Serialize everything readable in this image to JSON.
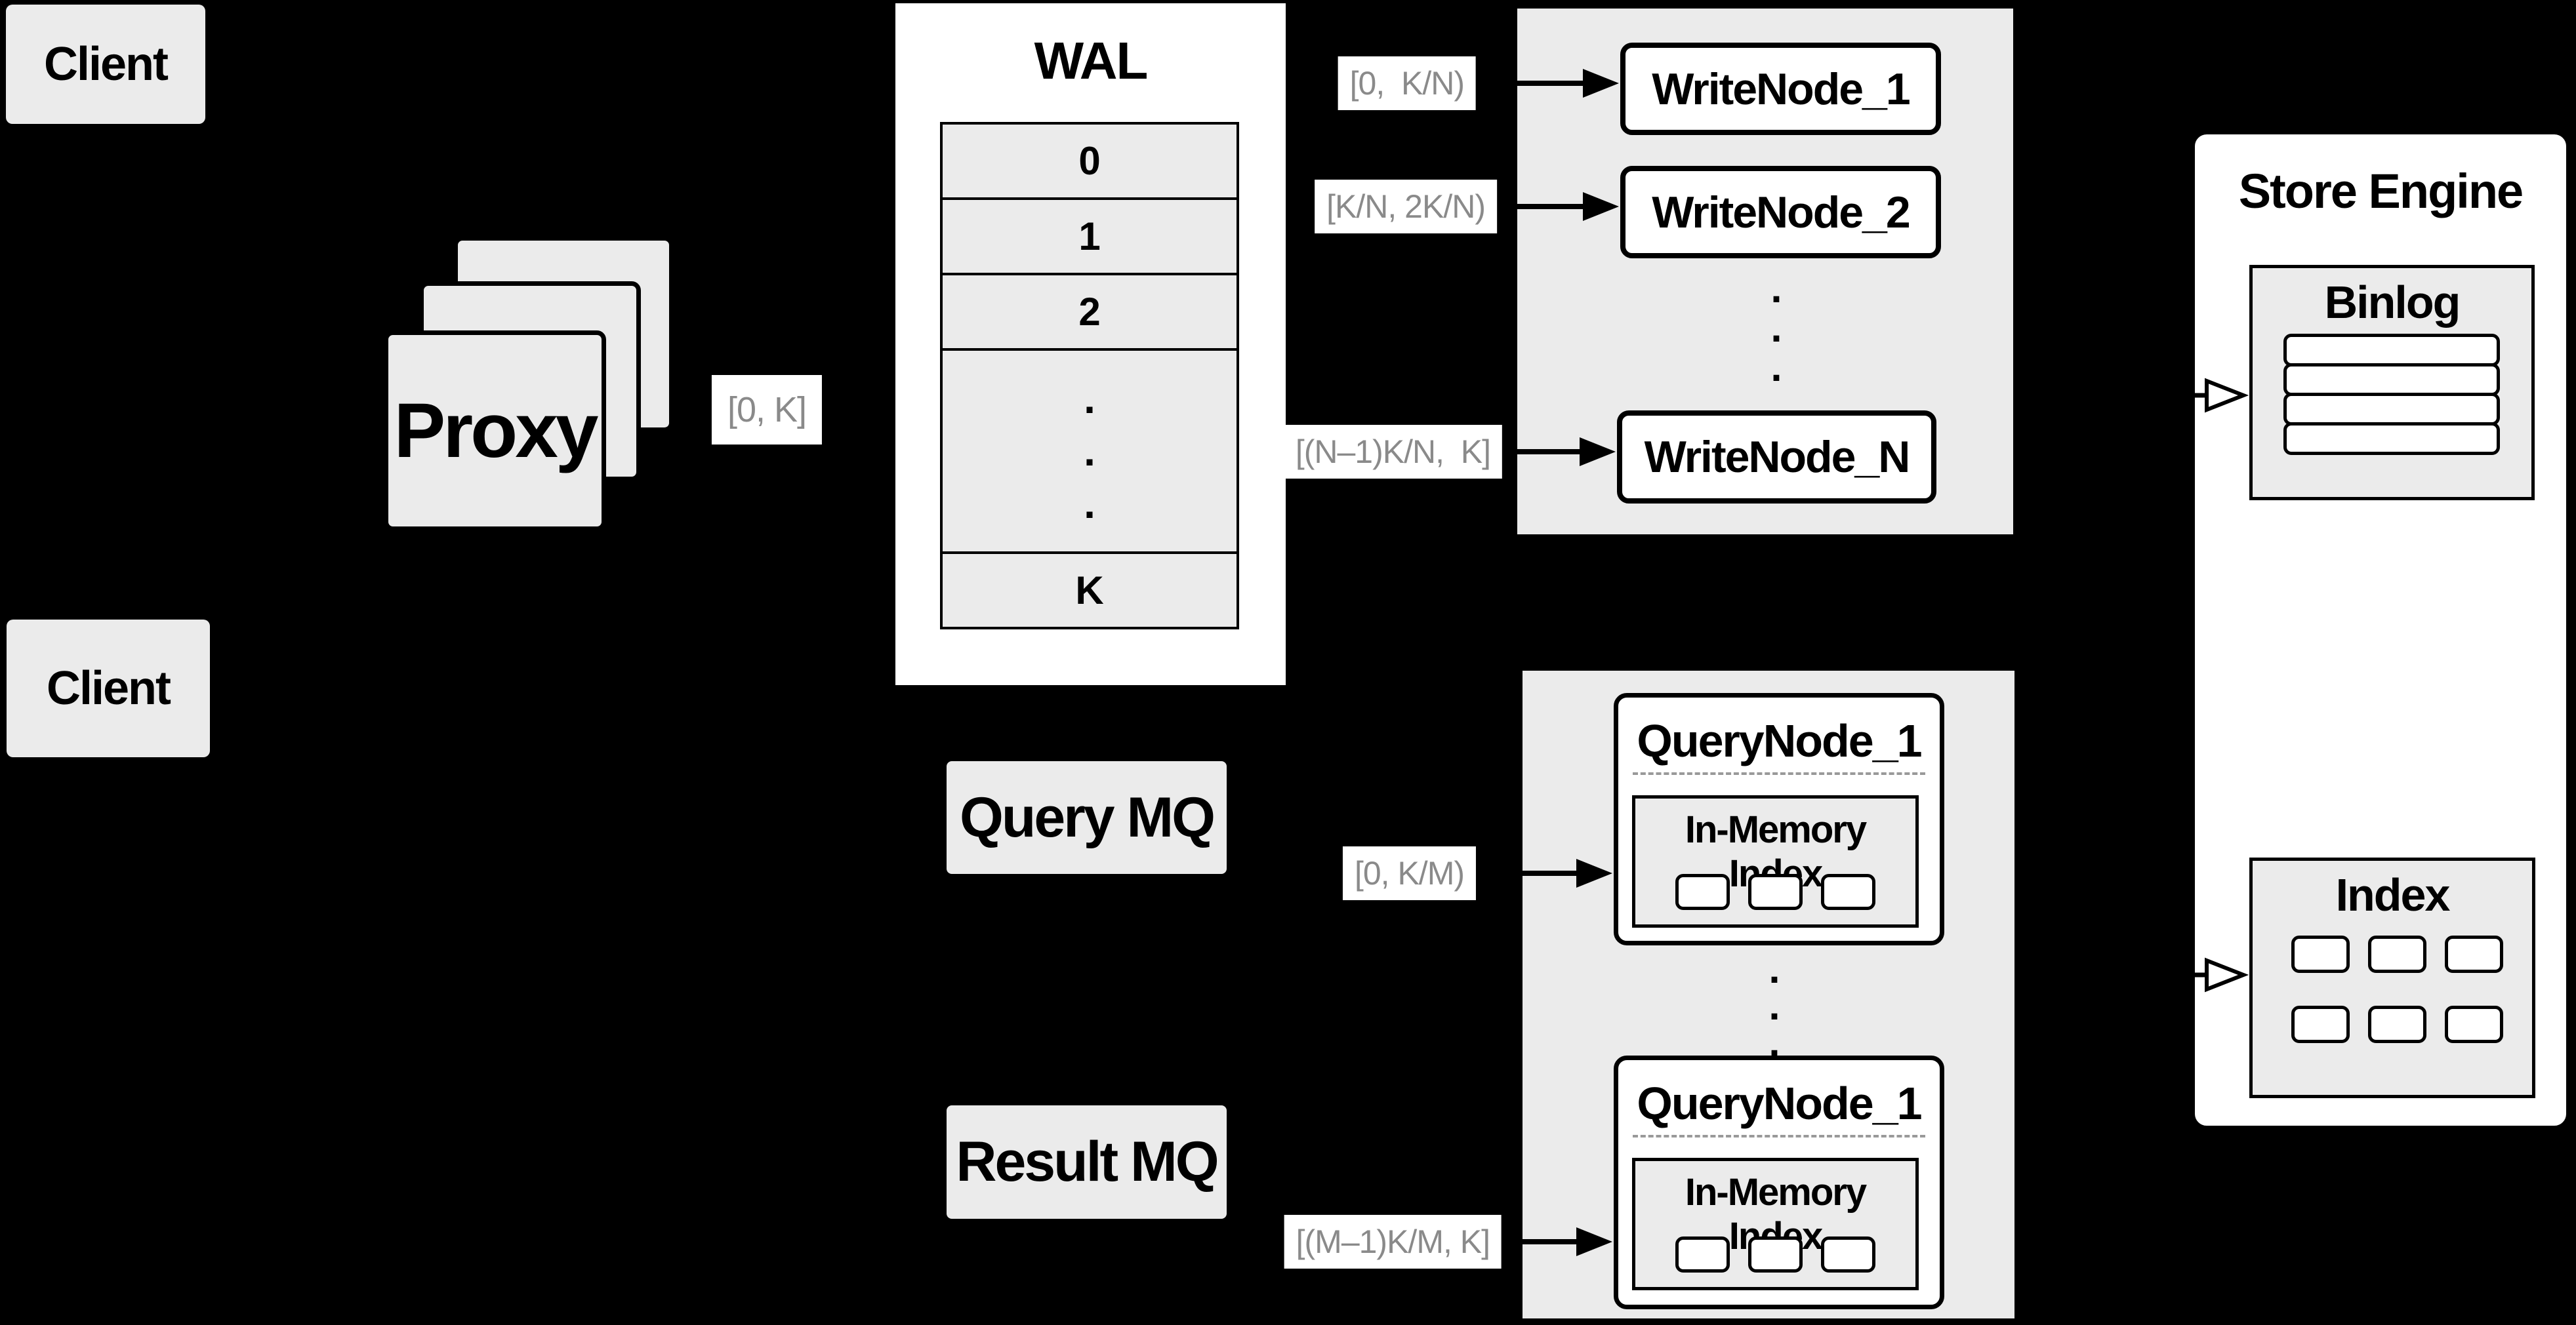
{
  "colors": {
    "background": "#000000",
    "panel_gray": "#ebebeb",
    "box_white": "#ffffff",
    "line_black": "#000000",
    "range_text_gray": "#8a8a8a",
    "dashed_gray": "#999999"
  },
  "clients": {
    "top": "Client",
    "bottom": "Client"
  },
  "proxy": {
    "label": "Proxy",
    "range": "[0, K]"
  },
  "wal": {
    "title": "WAL",
    "segments": [
      "0",
      "1",
      "2",
      "K"
    ],
    "dots": ".\n.\n."
  },
  "write_group": {
    "dots": ".\n.\n.",
    "nodes": [
      {
        "label": "WriteNode_1",
        "range": "[0,  K/N)"
      },
      {
        "label": "WriteNode_2",
        "range": "[K/N, 2K/N)"
      },
      {
        "label": "WriteNode_N",
        "range": "[(N–1)K/N,  K]"
      }
    ]
  },
  "store_engine": {
    "title": "Store Engine",
    "binlog": {
      "title": "Binlog"
    },
    "index": {
      "title": "Index"
    }
  },
  "mq": {
    "query": "Query MQ",
    "result": "Result MQ"
  },
  "query_group": {
    "dots": ".\n.\n.",
    "nodes": [
      {
        "title": "QueryNode_1",
        "memory_title": "In-Memory Index",
        "range": "[0, K/M)"
      },
      {
        "title": "QueryNode_1",
        "memory_title": "In-Memory Index",
        "range": "[(M–1)K/M, K]"
      }
    ]
  }
}
